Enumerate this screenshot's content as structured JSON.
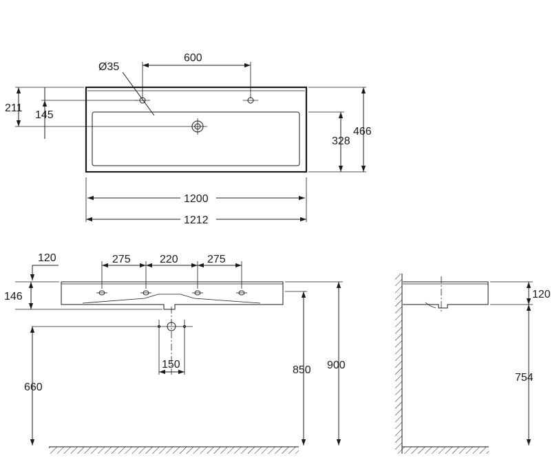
{
  "dimensions": {
    "top_hole_diameter": "Ø35",
    "top_hole_spacing": "600",
    "top_depth_edge_to_holes": "211",
    "top_depth_edge_to_drain": "145",
    "top_inner_depth": "328",
    "top_total_depth": "466",
    "top_inner_width": "1200",
    "top_total_width": "1212",
    "front_back_offset": "120",
    "front_spacing_left": "275",
    "front_spacing_mid": "220",
    "front_spacing_right": "275",
    "front_basin_height": "146",
    "front_trap_spacing": "150",
    "front_trap_height": "660",
    "front_rim_height": "850",
    "front_total_height": "900",
    "side_height": "120",
    "side_floor_height": "754"
  },
  "colors": {
    "line": "#1a1a1a",
    "background": "#ffffff"
  }
}
